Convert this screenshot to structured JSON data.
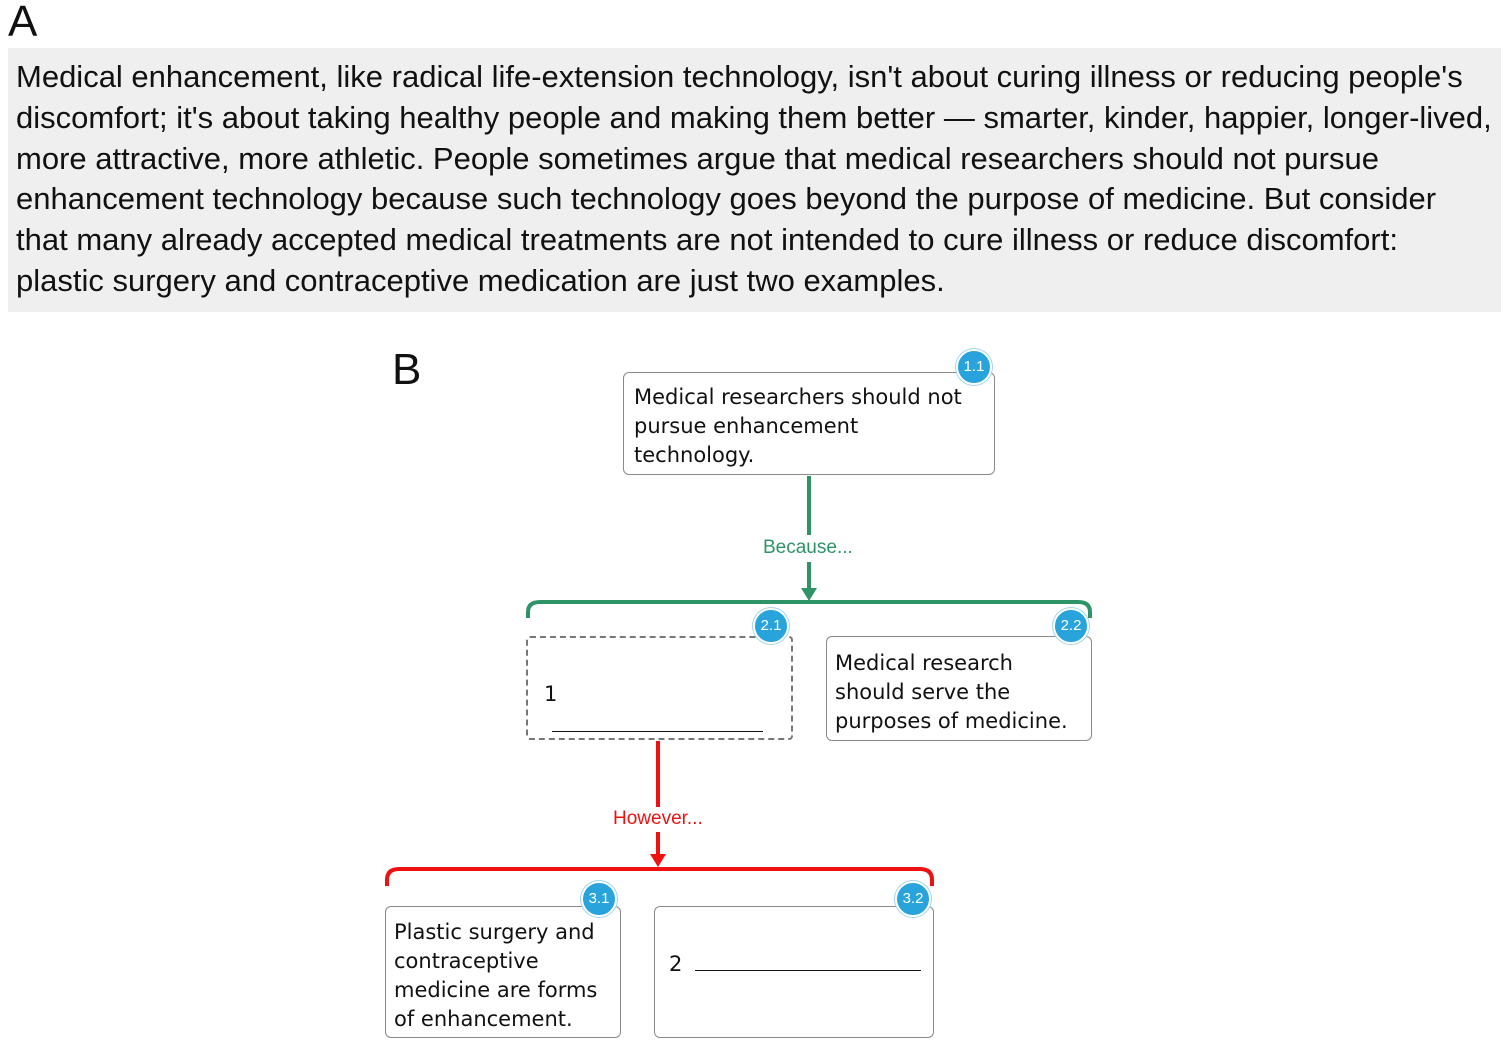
{
  "panel_a": {
    "label": "A",
    "passage": "Medical enhancement, like radical life-extension technology, isn't about curing illness or reducing people's discomfort; it's about taking healthy people and making them better — smarter, kinder, happier, longer-lived, more attractive, more athletic. People sometimes argue that medical researchers should not pursue enhancement technology because such technology goes beyond the purpose of medicine. But consider that many already accepted medical treatments are not intended to cure illness or reduce discomfort: plastic surgery and contraceptive medication are just two examples."
  },
  "panel_b": {
    "label": "B",
    "nodes": {
      "n1_1": {
        "badge": "1.1",
        "text": "Medical researchers should not pursue enhancement technology."
      },
      "n2_1": {
        "badge": "2.1",
        "blank_number": "1"
      },
      "n2_2": {
        "badge": "2.2",
        "text": "Medical research should serve the purposes of medicine."
      },
      "n3_1": {
        "badge": "3.1",
        "text": "Plastic surgery and contraceptive medicine are forms of enhancement."
      },
      "n3_2": {
        "badge": "3.2",
        "blank_number": "2"
      }
    },
    "connectors": {
      "because": {
        "label": "Because...",
        "color": "#2e9467"
      },
      "however": {
        "label": "However...",
        "color": "#ee1111"
      }
    },
    "badge_color": "#29a3db"
  }
}
